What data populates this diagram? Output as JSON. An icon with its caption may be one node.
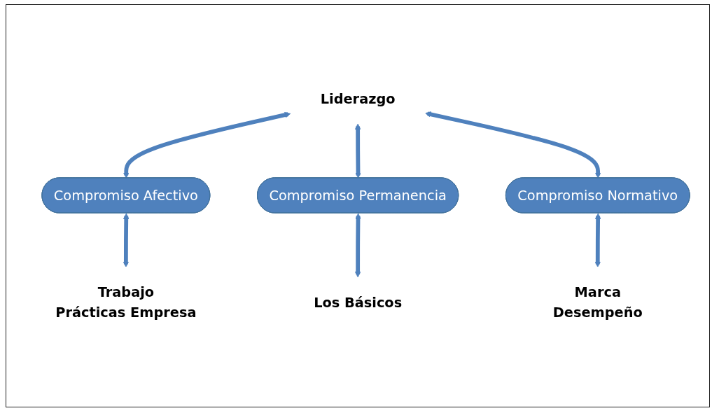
{
  "diagram": {
    "nodes": [
      {
        "text": [
          "Liderazgo"
        ]
      },
      {
        "text": [
          "Compromiso Afectivo"
        ]
      },
      {
        "text": [
          "Compromiso Permanencia"
        ]
      },
      {
        "text": [
          "Compromiso Normativo"
        ]
      },
      {
        "text": [
          "Trabajo",
          "Prácticas Empresa"
        ]
      },
      {
        "text": [
          "Los Básicos"
        ]
      },
      {
        "text": [
          "Marca",
          "Desempeño"
        ]
      }
    ],
    "edges": [
      {
        "from": 0,
        "to": 1,
        "arrow": "both"
      },
      {
        "from": 0,
        "to": 2,
        "arrow": "both"
      },
      {
        "from": 0,
        "to": 3,
        "arrow": "both"
      },
      {
        "from": 1,
        "to": 4,
        "arrow": "both"
      },
      {
        "from": 2,
        "to": 5,
        "arrow": "both"
      },
      {
        "from": 3,
        "to": 6,
        "arrow": "both"
      }
    ]
  }
}
